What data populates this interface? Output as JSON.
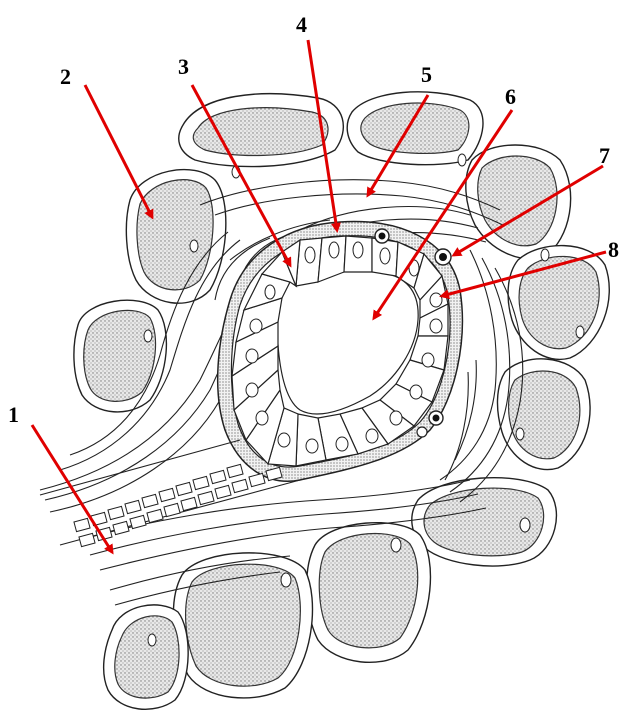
{
  "labels": [
    {
      "id": "1",
      "text": "1"
    },
    {
      "id": "2",
      "text": "2"
    },
    {
      "id": "3",
      "text": "3"
    },
    {
      "id": "4",
      "text": "4"
    },
    {
      "id": "5",
      "text": "5"
    },
    {
      "id": "6",
      "text": "6"
    },
    {
      "id": "7",
      "text": "7"
    },
    {
      "id": "8",
      "text": "8"
    }
  ],
  "colors": {
    "arrow": "#e00000",
    "ink": "#222222",
    "background": "#ffffff"
  }
}
